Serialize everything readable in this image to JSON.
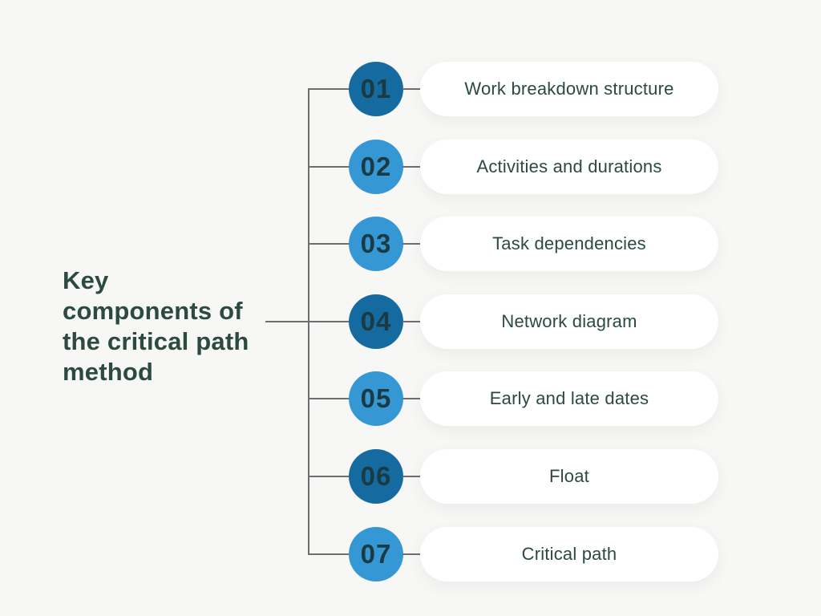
{
  "title": {
    "full": "Key components of the critical path method",
    "lines": [
      "Key",
      "components of",
      "the critical path",
      "method"
    ]
  },
  "rows": [
    {
      "number": "01",
      "label": "Work breakdown structure",
      "variant": "dark"
    },
    {
      "number": "02",
      "label": "Activities and durations",
      "variant": "light"
    },
    {
      "number": "03",
      "label": "Task dependencies",
      "variant": "light"
    },
    {
      "number": "04",
      "label": "Network diagram",
      "variant": "dark"
    },
    {
      "number": "05",
      "label": "Early and late dates",
      "variant": "light"
    },
    {
      "number": "06",
      "label": "Float",
      "variant": "dark"
    },
    {
      "number": "07",
      "label": "Critical path",
      "variant": "light"
    }
  ],
  "colors": {
    "background": "#f7f8f6",
    "dark_circle": "#156a9f",
    "light_circle": "#3598d4",
    "number_text": "#1b3a44",
    "title_text": "#2c4a40",
    "pill_text": "#2c4a40",
    "pill_background": "#ffffff",
    "connector_line": "#6e6e6e"
  }
}
